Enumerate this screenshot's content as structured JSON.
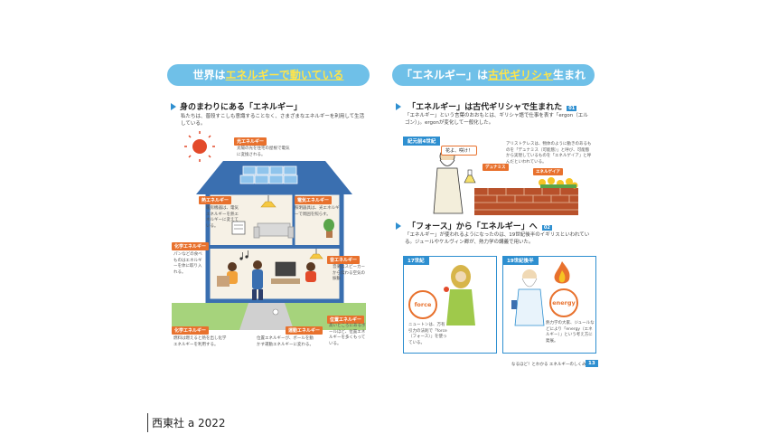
{
  "left": {
    "header_pre": "世界は",
    "header_hl": "エネルギーで動いている",
    "section_title": "身のまわりにある「エネルギー」",
    "intro": "私たちは、普段すこしも意識することなく、さまざまなエネルギーを利用して生活している。",
    "tags": {
      "light": "光エネルギー",
      "heat": "熱エネルギー",
      "electric": "電気エネルギー",
      "chemical1": "化学エネルギー",
      "sound": "音エネルギー",
      "chemical2": "化学エネルギー",
      "motion": "運動エネルギー",
      "potential": "位置エネルギー"
    },
    "notes": {
      "light": "太陽の光を住宅の屋根で電気に変換される。",
      "heat": "暖房機器は、電気エネルギーを熱エネルギーに変えている。",
      "electric": "照明器具は、光エネルギーで周囲を照らす。",
      "chemical1": "パンなどの食べものはエネルギーを体に取り入れる。",
      "sound": "音楽はスピーカーから伝わる空気の振動",
      "chemical2": "燃料は燃えると熱を出し化学エネルギーを利用する。",
      "motion": "位置エネルギーが、ボールを動かす運動エネルギーに変わる。",
      "potential": "高いところにあるボールほど、位置エネルギーを多くもっている。"
    }
  },
  "right": {
    "header_pre": "「エネルギー」は",
    "header_hl": "古代ギリシャ",
    "header_post": "生まれ",
    "section1_title": "「エネルギー」は古代ギリシャで生まれた",
    "section1_badge": "01",
    "section1_body": "「エネルギー」という言葉のおおもとは、ギリシャ語で仕事を表す「ergon（エルゴン）」。ergonが変化して一般化した。",
    "era1": "紀元前4世紀",
    "speech": "花よ、咲け！",
    "aristotle_note": "アリストテレスは、物体のように動きのあるものを「デュナミス（可能態）」と呼び、可能態から実現しているものを「エネルゲイア」と呼んだといわれている。",
    "label_dynamis": "デュナミス",
    "label_energeia": "エネルゲイア",
    "section2_title": "「フォース」から「エネルギー」へ",
    "section2_badge": "02",
    "section2_body": "「エネルギー」が使われるようになったのは、19世紀後半のイギリスといわれている。ジュールやケルヴィン卿が、熱力学の講義で用いた。",
    "era2": "17世紀",
    "era3": "19世紀後半",
    "force_label": "force",
    "energy_label": "energy",
    "newton_note": "ニュートンは、万有引力の法則で「force（フォース）」を使っている。",
    "kelvin_note": "熱力学の大家、ジュールなどにより「energy（エネルギー）」という考え方に発展。",
    "footer": "なるほど！とわかる エネルギーのしくみ",
    "page_no": "13"
  },
  "caption": "西東社 a 2022",
  "colors": {
    "header": "#6fc0e8",
    "accent": "#e8712d",
    "blue": "#2e8fd0",
    "roof": "#3a6fb0"
  }
}
